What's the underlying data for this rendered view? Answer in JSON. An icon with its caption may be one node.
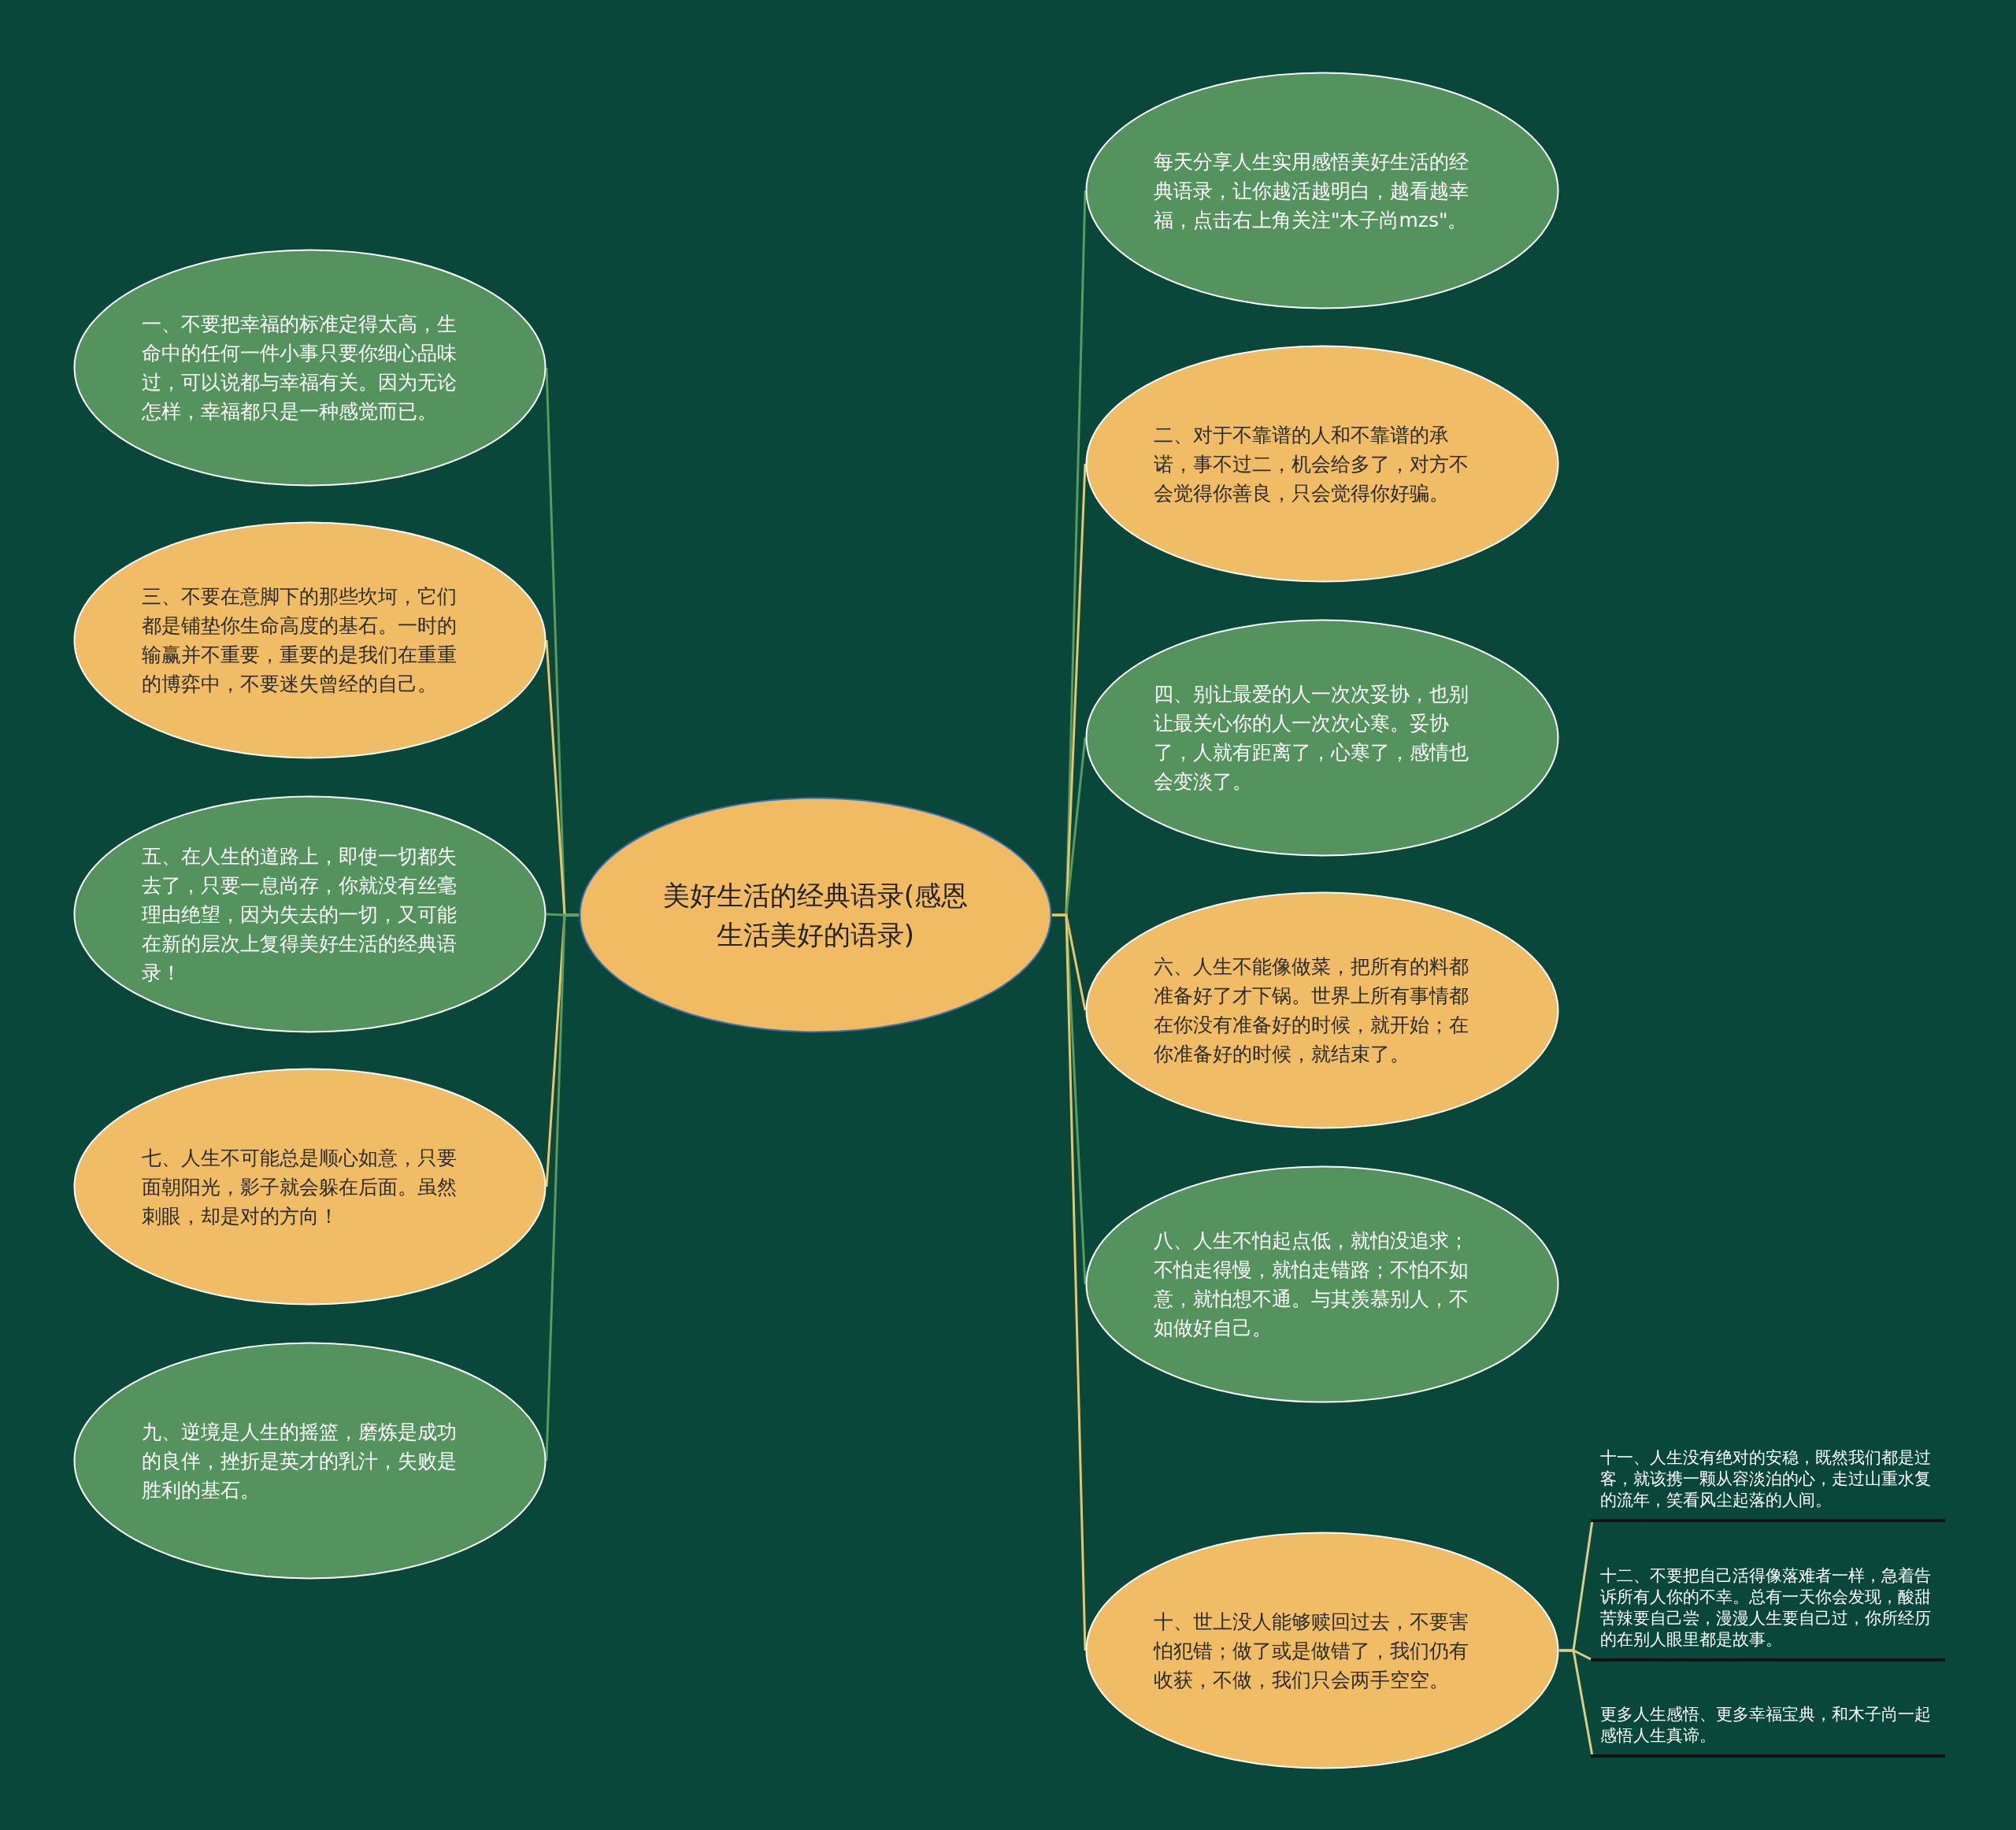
{
  "diagram": {
    "nodes": [
      {
        "text": [
          "美好生活的经典语录(感恩生活美好的语录)"
        ]
      },
      {
        "text": [
          "一、不要把幸福的标准定得太高，生命中的任何一件小事只要你细心品味过，可以说都与幸福有关。因为无论怎样，幸福都只是一种感觉而已。"
        ]
      },
      {
        "text": [
          "三、不要在意脚下的那些坎坷，它们都是铺垫你生命高度的基石。一时的输赢并不重要，重要的是我们在重重的博弈中，不要迷失曾经的自己。"
        ]
      },
      {
        "text": [
          "五、在人生的道路上，即使一切都失去了，只要一息尚存，你就没有丝毫理由绝望，因为失去的一切，又可能在新的层次上复得美好生活的经典语录！"
        ]
      },
      {
        "text": [
          "七、人生不可能总是顺心如意，只要面朝阳光，影子就会躲在后面。虽然刺眼，却是对的方向！"
        ]
      },
      {
        "text": [
          "九、逆境是人生的摇篮，磨炼是成功的良伴，挫折是英才的乳汁，失败是胜利的基石。"
        ]
      },
      {
        "text": [
          "每天分享人生实用感悟美好生活的经典语录，让你越活越明白，越看越幸福，点击右上角关注\"木子尚mzs\"。"
        ]
      },
      {
        "text": [
          "二、对于不靠谱的人和不靠谱的承诺，事不过二，机会给多了，对方不会觉得你善良，只会觉得你好骗。"
        ]
      },
      {
        "text": [
          "四、别让最爱的人一次次妥协，也别让最关心你的人一次次心寒。妥协了，人就有距离了，心寒了，感情也会变淡了。"
        ]
      },
      {
        "text": [
          "六、人生不能像做菜，把所有的料都准备好了才下锅。世界上所有事情都在你没有准备好的时候，就开始；在你准备好的时候，就结束了。"
        ]
      },
      {
        "text": [
          "八、人生不怕起点低，就怕没追求；不怕走得慢，就怕走错路；不怕不如意，就怕想不通。与其羡慕别人，不如做好自己。"
        ]
      },
      {
        "text": [
          "十、世上没人能够赎回过去，不要害怕犯错；做了或是做错了，我们仍有收获，不做，我们只会两手空空。"
        ]
      },
      {
        "text": [
          "十一、人生没有绝对的安稳，既然我们都是过客，就该携一颗从容淡泊的心，走过山重水复的流年，笑看风尘起落的人间。"
        ]
      },
      {
        "text": [
          "十二、不要把自己活得像落难者一样，急着告诉所有人你的不幸。总有一天你会发现，酸甜苦辣要自己尝，漫漫人生要自己过，你所经历的在别人眼里都是故事。"
        ]
      },
      {
        "text": [
          "更多人生感悟、更多幸福宝典，和木子尚一起感悟人生真谛。"
        ]
      }
    ],
    "edges": [
      {
        "from": 0,
        "to": 1,
        "arrow": "none",
        "color": "#5a9a5e"
      },
      {
        "from": 0,
        "to": 2,
        "arrow": "none",
        "color": "#e8c46d"
      },
      {
        "from": 0,
        "to": 3,
        "arrow": "none",
        "color": "#5a9a5e"
      },
      {
        "from": 0,
        "to": 4,
        "arrow": "none",
        "color": "#e8c46d"
      },
      {
        "from": 0,
        "to": 5,
        "arrow": "none",
        "color": "#5a9a5e"
      },
      {
        "from": 0,
        "to": 6,
        "arrow": "none",
        "color": "#5a9a5e"
      },
      {
        "from": 0,
        "to": 7,
        "arrow": "none",
        "color": "#e8c46d"
      },
      {
        "from": 0,
        "to": 8,
        "arrow": "none",
        "color": "#5a9a5e"
      },
      {
        "from": 0,
        "to": 9,
        "arrow": "none",
        "color": "#e8c46d"
      },
      {
        "from": 0,
        "to": 10,
        "arrow": "none",
        "color": "#5a9a5e"
      },
      {
        "from": 0,
        "to": 11,
        "arrow": "none",
        "color": "#e8c46d"
      },
      {
        "from": 11,
        "to": 12,
        "arrow": "none",
        "color": "#dccb8e"
      },
      {
        "from": 11,
        "to": 13,
        "arrow": "none",
        "color": "#dccb8e"
      },
      {
        "from": 11,
        "to": 14,
        "arrow": "none",
        "color": "#dccb8e"
      }
    ]
  }
}
